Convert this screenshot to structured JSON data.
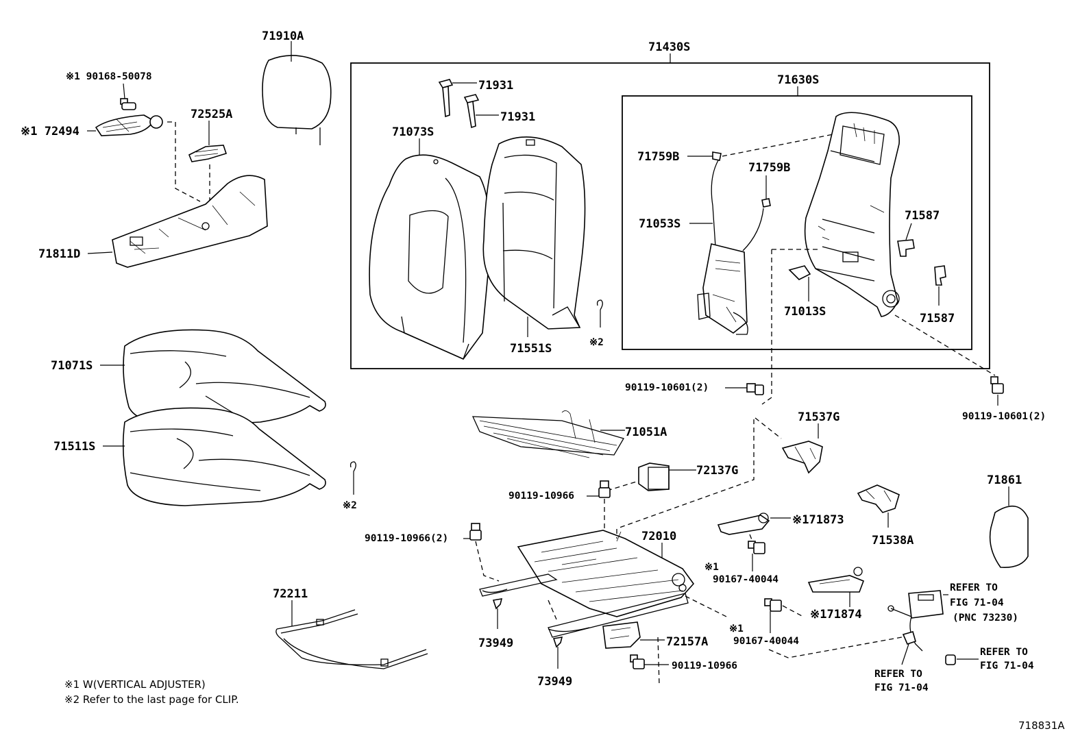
{
  "figure_id": "718831A",
  "notes": [
    "※1 W(VERTICAL ADJUSTER)",
    "※2 Refer to the last page for CLIP."
  ],
  "labels": {
    "p71910A": "71910A",
    "p90168": "※1 90168-50078",
    "p72494": "※1 72494",
    "p72525A": "72525A",
    "p71811D": "71811D",
    "p71071S": "71071S",
    "p71511S": "71511S",
    "clip2_left": "※2",
    "p72211": "72211",
    "p71430S": "71430S",
    "p71931a": "71931",
    "p71931b": "71931",
    "p71073S": "71073S",
    "p71551S": "71551S",
    "clip2_mid": "※2",
    "p71630S": "71630S",
    "p71759B_left": "71759B",
    "p71759B_right": "71759B",
    "p71053S": "71053S",
    "p71013S": "71013S",
    "p71587a": "71587",
    "p71587b": "71587",
    "p90119_10601_left": "90119-10601(2)",
    "p90119_10601_right": "90119-10601(2)",
    "p71051A": "71051A",
    "p71537G": "71537G",
    "p72137G": "72137G",
    "p90119_10966_top": "90119-10966",
    "p90119_10966_2": "90119-10966(2)",
    "p72010": "72010",
    "p71873": "※171873",
    "p71538A": "71538A",
    "p71861": "71861",
    "mark1_a": "※1",
    "p90167_a": "90167-40044",
    "p71874": "※171874",
    "mark1_b": "※1",
    "p90167_b": "90167-40044",
    "p73949a": "73949",
    "p73949b": "73949",
    "p72157A": "72157A",
    "p90119_10966_bottom": "90119-10966"
  },
  "refs": {
    "ref1_line1": "REFER TO",
    "ref1_line2": "FIG 71-04",
    "ref1_line3": "(PNC 73230)",
    "ref2_line1": "REFER TO",
    "ref2_line2": "FIG 71-04",
    "ref3_line1": "REFER TO",
    "ref3_line2": "FIG 71-04"
  }
}
